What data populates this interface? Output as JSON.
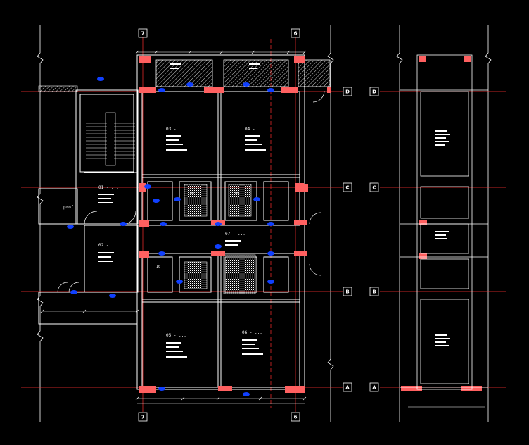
{
  "drawing": {
    "background": "#000000",
    "colors": {
      "wall": "#ffffff",
      "hatch": "#ffffff",
      "axis": "#ff3030",
      "column": "#ff6060",
      "door_marker": "#1040ff",
      "dimension": "#ffffff"
    },
    "grid_bubbles": {
      "top": [
        "7",
        "6"
      ],
      "bottom": [
        "7",
        "6"
      ],
      "right_main": [
        "D",
        "C",
        "B",
        "A"
      ],
      "right_section": [
        "D",
        "C",
        "B",
        "A"
      ]
    },
    "room_labels": {
      "corridor_left": "prof. ...",
      "stair_hall": "01 - ...",
      "left_lobby": "02 - ...",
      "apt_top_left": "03 - ...",
      "apt_top_right": "04 - ...",
      "apt_bottom_left": "05 - ...",
      "apt_bottom_right": "06 - ...",
      "center_hall": "07 - ...",
      "bath_a": "08",
      "bath_b": "09",
      "bath_c": "10",
      "bath_d": "11"
    }
  }
}
